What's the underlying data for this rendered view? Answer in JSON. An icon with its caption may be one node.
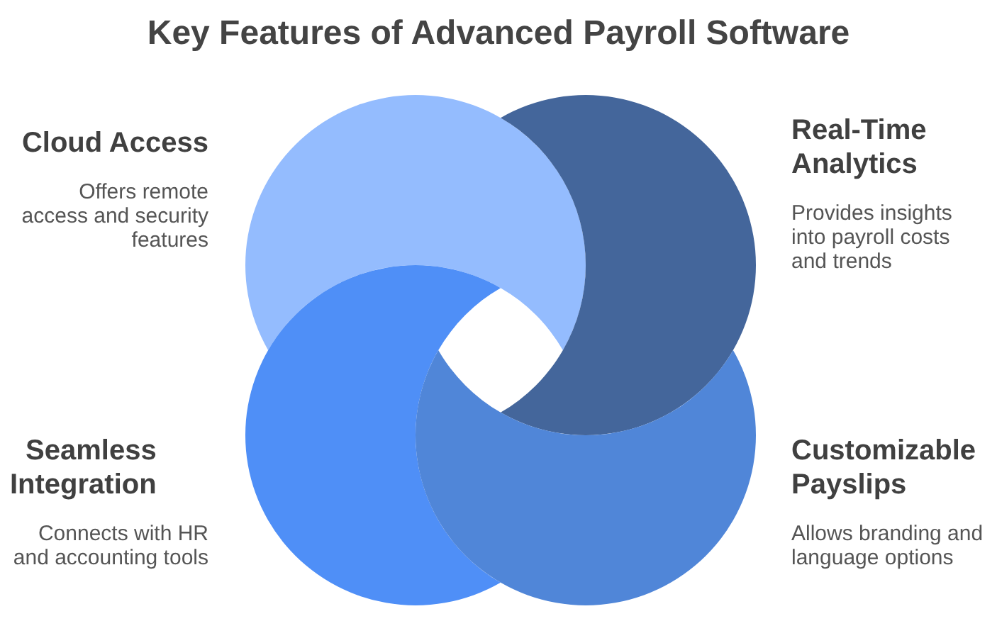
{
  "diagram": {
    "title": "Key Features of Advanced Payroll Software",
    "nodes": [
      {
        "text": [],
        "shape": "circle",
        "beside": [
          "Cloud Access",
          "Offers remote access and security features"
        ]
      },
      {
        "text": [],
        "shape": "circle",
        "beside": [
          "Real-Time Analytics",
          "Provides insights into payroll costs and trends"
        ]
      },
      {
        "text": [],
        "shape": "circle",
        "beside": [
          "Seamless Integration",
          "Connects with HR and accounting tools"
        ]
      },
      {
        "text": [],
        "shape": "circle",
        "beside": [
          "Customizable Payslips",
          "Allows branding and language options"
        ]
      }
    ]
  }
}
